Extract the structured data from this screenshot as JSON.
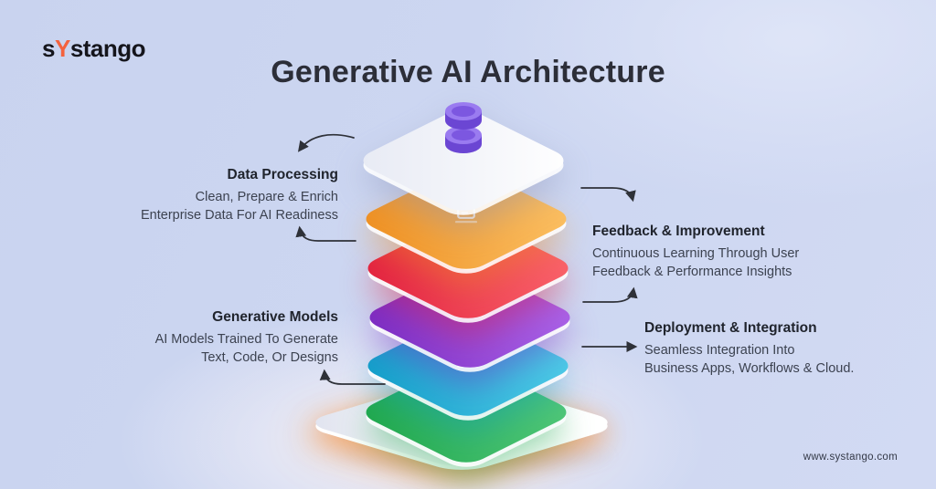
{
  "logo": {
    "prefix": "s",
    "accent": "Y",
    "suffix": "stango",
    "accent_color": "#f4623e"
  },
  "title": "Generative AI Architecture",
  "website": "www.systango.com",
  "annotations": {
    "data_processing": {
      "heading": "Data Processing",
      "lines": [
        "Clean, Prepare & Enrich",
        "Enterprise Data For AI Readiness"
      ]
    },
    "generative_models": {
      "heading": "Generative Models",
      "lines": [
        "AI Models Trained To Generate",
        "Text, Code, Or Designs"
      ]
    },
    "feedback_improvement": {
      "heading": "Feedback & Improvement",
      "lines": [
        "Continuous Learning Through User",
        "Feedback & Performance Insights"
      ]
    },
    "deployment_integration": {
      "heading": "Deployment & Integration",
      "lines": [
        "Seamless Integration Into",
        "Business Apps, Workflows & Cloud."
      ]
    }
  },
  "stack": {
    "layers": [
      {
        "icon": "database-icon",
        "light": "#ffffff",
        "dark": "#e7eaf4",
        "glow": "#8d93b8"
      },
      {
        "icon": "document-sparkle-icon",
        "light": "#fbc063",
        "dark": "#ee8f21",
        "glow": "#ee8f21"
      },
      {
        "icon": "document-tray-icon",
        "light": "#fa646c",
        "dark": "#e2203e",
        "glow": "#e2203e"
      },
      {
        "icon": "ai-network-icon",
        "light": "#ab64e9",
        "dark": "#7a2ac2",
        "glow": "#7a2ac2"
      },
      {
        "icon": "server-stack-icon",
        "light": "#4fcce8",
        "dark": "#129dc9",
        "glow": "#129dc9"
      },
      {
        "icon": "devices-icon",
        "light": "#52c878",
        "dark": "#1ea74c",
        "glow": "#1ea74c"
      }
    ],
    "base_glow": "#f08c3a",
    "arrow_color": "#2e3138"
  }
}
